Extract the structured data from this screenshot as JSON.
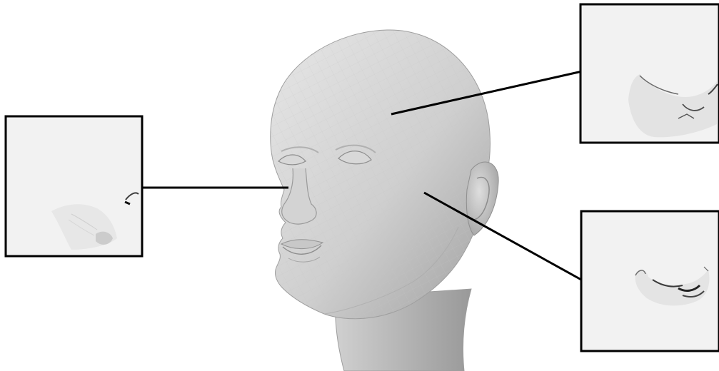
{
  "figure": {
    "background_color": "#ffffff",
    "head_fill": "#d6d6d6",
    "head_shadow": "#a9a9a9",
    "callout_line_color": "#000000",
    "inset_background": "#f2f2f2",
    "inset_border": "#000000",
    "insets": [
      {
        "name": "forehead-detail",
        "side": "right-top"
      },
      {
        "name": "nose-detail",
        "side": "left"
      },
      {
        "name": "cheek-detail",
        "side": "right-bottom"
      }
    ]
  }
}
